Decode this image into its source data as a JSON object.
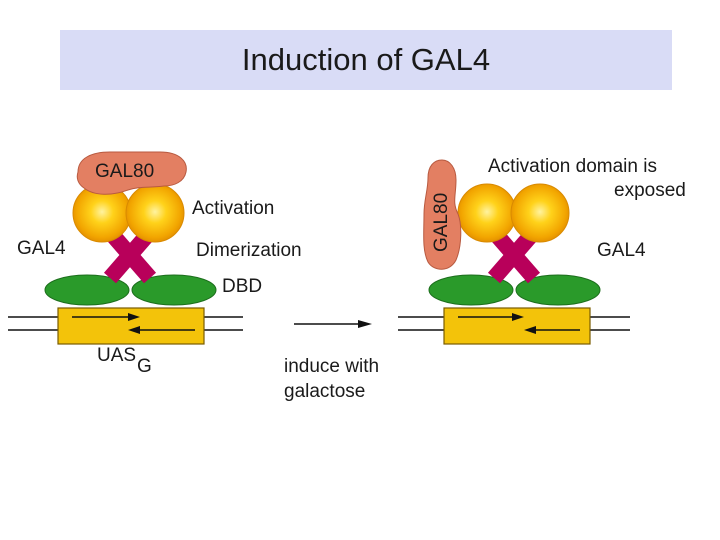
{
  "title": "Induction of GAL4",
  "colors": {
    "title_bg": "#d9dcf6",
    "gal80": "#e37f62",
    "activation_domain": "#f7c400",
    "dimerization": "#b8005a",
    "dbd": "#2a9a2a",
    "uas_box": "#f3c30a"
  },
  "left_panel": {
    "gal80_label": "GAL80",
    "activation_label": "Activation",
    "gal4_label": "GAL4",
    "dimerization_label": "Dimerization",
    "dbd_label": "DBD",
    "uas_label": "UAS",
    "uas_subscript": "G"
  },
  "transition": {
    "line1": "induce with",
    "line2": "galactose"
  },
  "right_panel": {
    "gal80_label": "GAL80",
    "exposed_line1": "Activation domain is",
    "exposed_line2": "exposed",
    "gal4_label": "GAL4"
  }
}
